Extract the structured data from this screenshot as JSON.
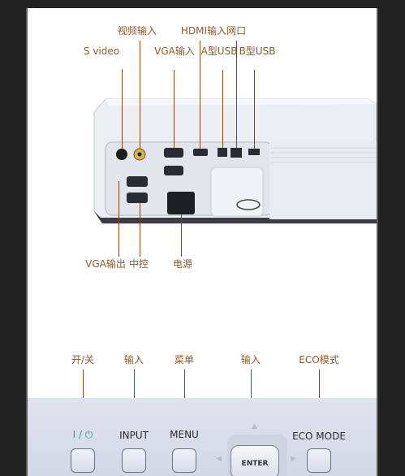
{
  "projector_rear": {
    "top_labels": [
      {
        "id": "svideo",
        "text": "S video"
      },
      {
        "id": "video_in",
        "text": "视频输入"
      },
      {
        "id": "vga_in",
        "text": "VGA输入"
      },
      {
        "id": "hdmi_lan",
        "text": "HDMI输入网口"
      },
      {
        "id": "usb_a",
        "text": "A型USB"
      },
      {
        "id": "usb_b",
        "text": "B型USB"
      }
    ],
    "bottom_labels": [
      {
        "id": "vga_out",
        "text": "VGA输出"
      },
      {
        "id": "control",
        "text": "中控"
      },
      {
        "id": "power",
        "text": "电源"
      }
    ]
  },
  "control_panel": {
    "labels": [
      {
        "id": "power_switch",
        "text": "开/关"
      },
      {
        "id": "input",
        "text": "输入"
      },
      {
        "id": "menu",
        "text": "菜单"
      },
      {
        "id": "enter_input",
        "text": "输入"
      },
      {
        "id": "eco_mode",
        "text": "ECO模式"
      }
    ],
    "printed": {
      "power": "I / ⏻",
      "input": "INPUT",
      "menu": "MENU",
      "enter": "ENTER",
      "eco": "ECO  MODE"
    }
  }
}
